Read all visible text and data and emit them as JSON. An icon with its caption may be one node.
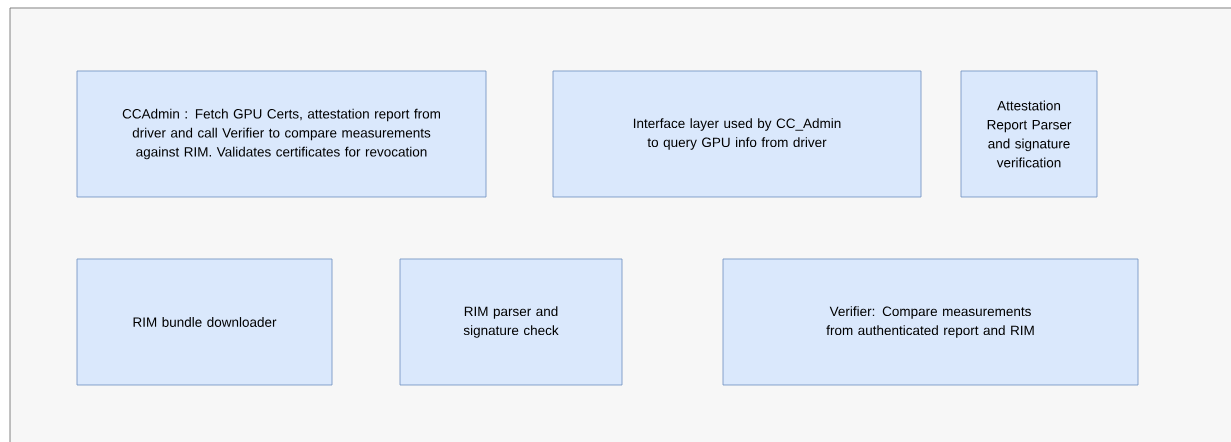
{
  "diagram": {
    "nodes": [
      {
        "text": [
          "CCAdmin : Fetch GPU Certs, attestation report from driver and call Verifier to compare measurements against RIM. Validates certificates for revocation"
        ]
      },
      {
        "text": [
          "Interface layer used by CC_Admin to query GPU info from driver"
        ]
      },
      {
        "text": [
          "Attestation Report Parser and signature verification"
        ]
      },
      {
        "text": [
          "RIM bundle downloader"
        ]
      },
      {
        "text": [
          "RIM parser and signature check"
        ]
      },
      {
        "text": [
          "Verifier: Compare measurements from authenticated report and RIM"
        ]
      }
    ]
  }
}
